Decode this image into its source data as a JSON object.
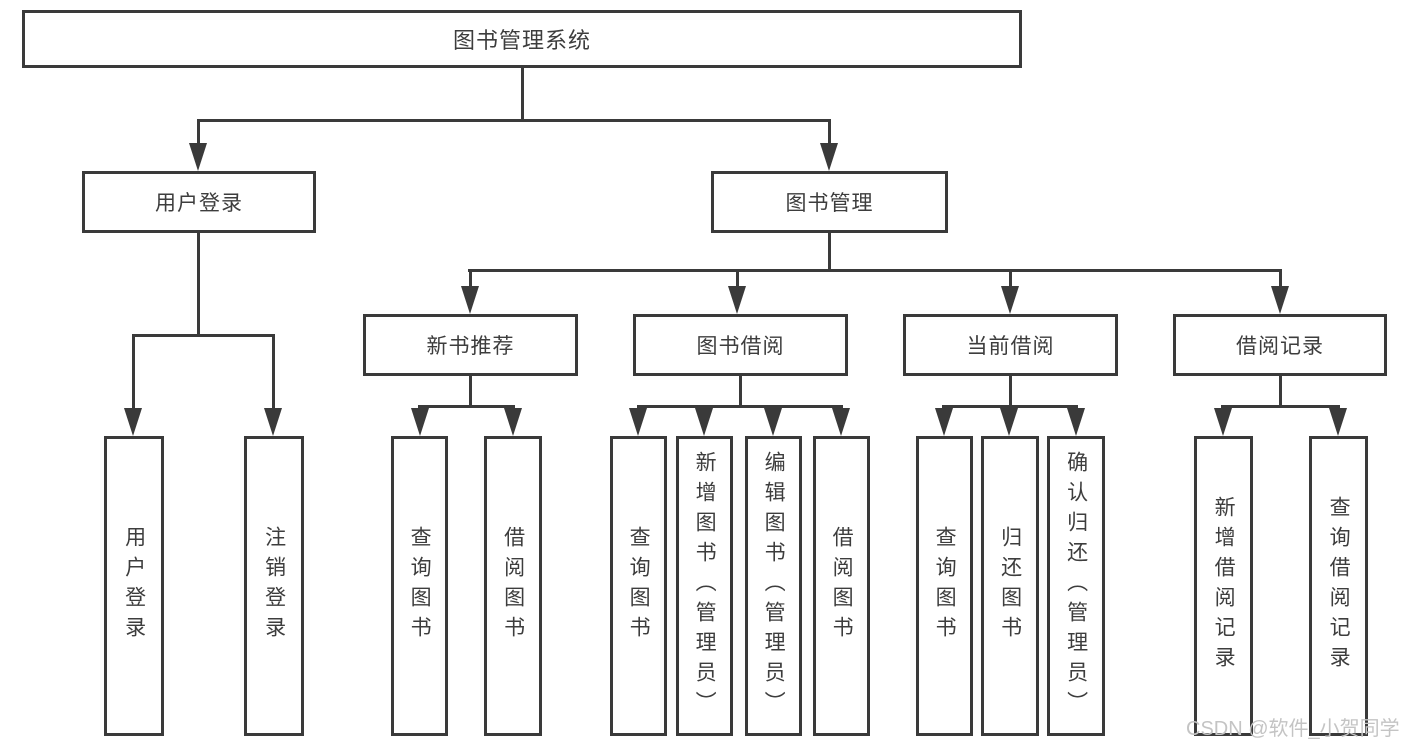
{
  "diagram": {
    "root": "图书管理系统",
    "level2": {
      "user_login": "用户登录",
      "book_mgmt": "图书管理"
    },
    "level3": {
      "new_book": "新书推荐",
      "book_borrow": "图书借阅",
      "current_borrow": "当前借阅",
      "borrow_record": "借阅记录"
    },
    "leaves": {
      "user_login": [
        "用户登录",
        "注销登录"
      ],
      "new_book": [
        "查询图书",
        "借阅图书"
      ],
      "book_borrow": [
        "查询图书",
        "新增图书（管理员）",
        "编辑图书（管理员）",
        "借阅图书"
      ],
      "current_borrow": [
        "查询图书",
        "归还图书",
        "确认归还（管理员）"
      ],
      "borrow_record": [
        "新增借阅记录",
        "查询借阅记录"
      ]
    },
    "colors": {
      "line": "#3a3a3a",
      "text": "#3d3d3d",
      "watermark": "#c4c4c4",
      "background": "#ffffff"
    }
  },
  "watermark": "CSDN @软件_小贺同学"
}
